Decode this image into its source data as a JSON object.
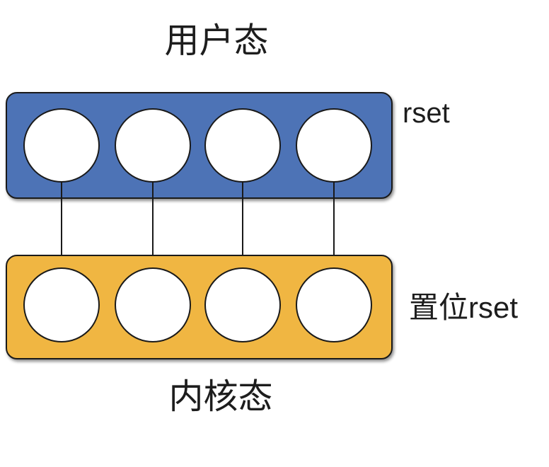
{
  "diagram": {
    "top_label": "用户态",
    "bottom_label": "内核态",
    "user_box": {
      "label": "rset",
      "slot_count": 4
    },
    "kernel_box": {
      "label": "置位rset",
      "slot_count": 4
    },
    "arrow_count": 4,
    "colors": {
      "user_box_fill": "#4D73B6",
      "kernel_box_fill": "#F0B642",
      "stroke": "#1A1A1A",
      "slot_fill": "#FFFFFF",
      "text": "#1D1D1D",
      "background": "#FFFFFF"
    }
  }
}
